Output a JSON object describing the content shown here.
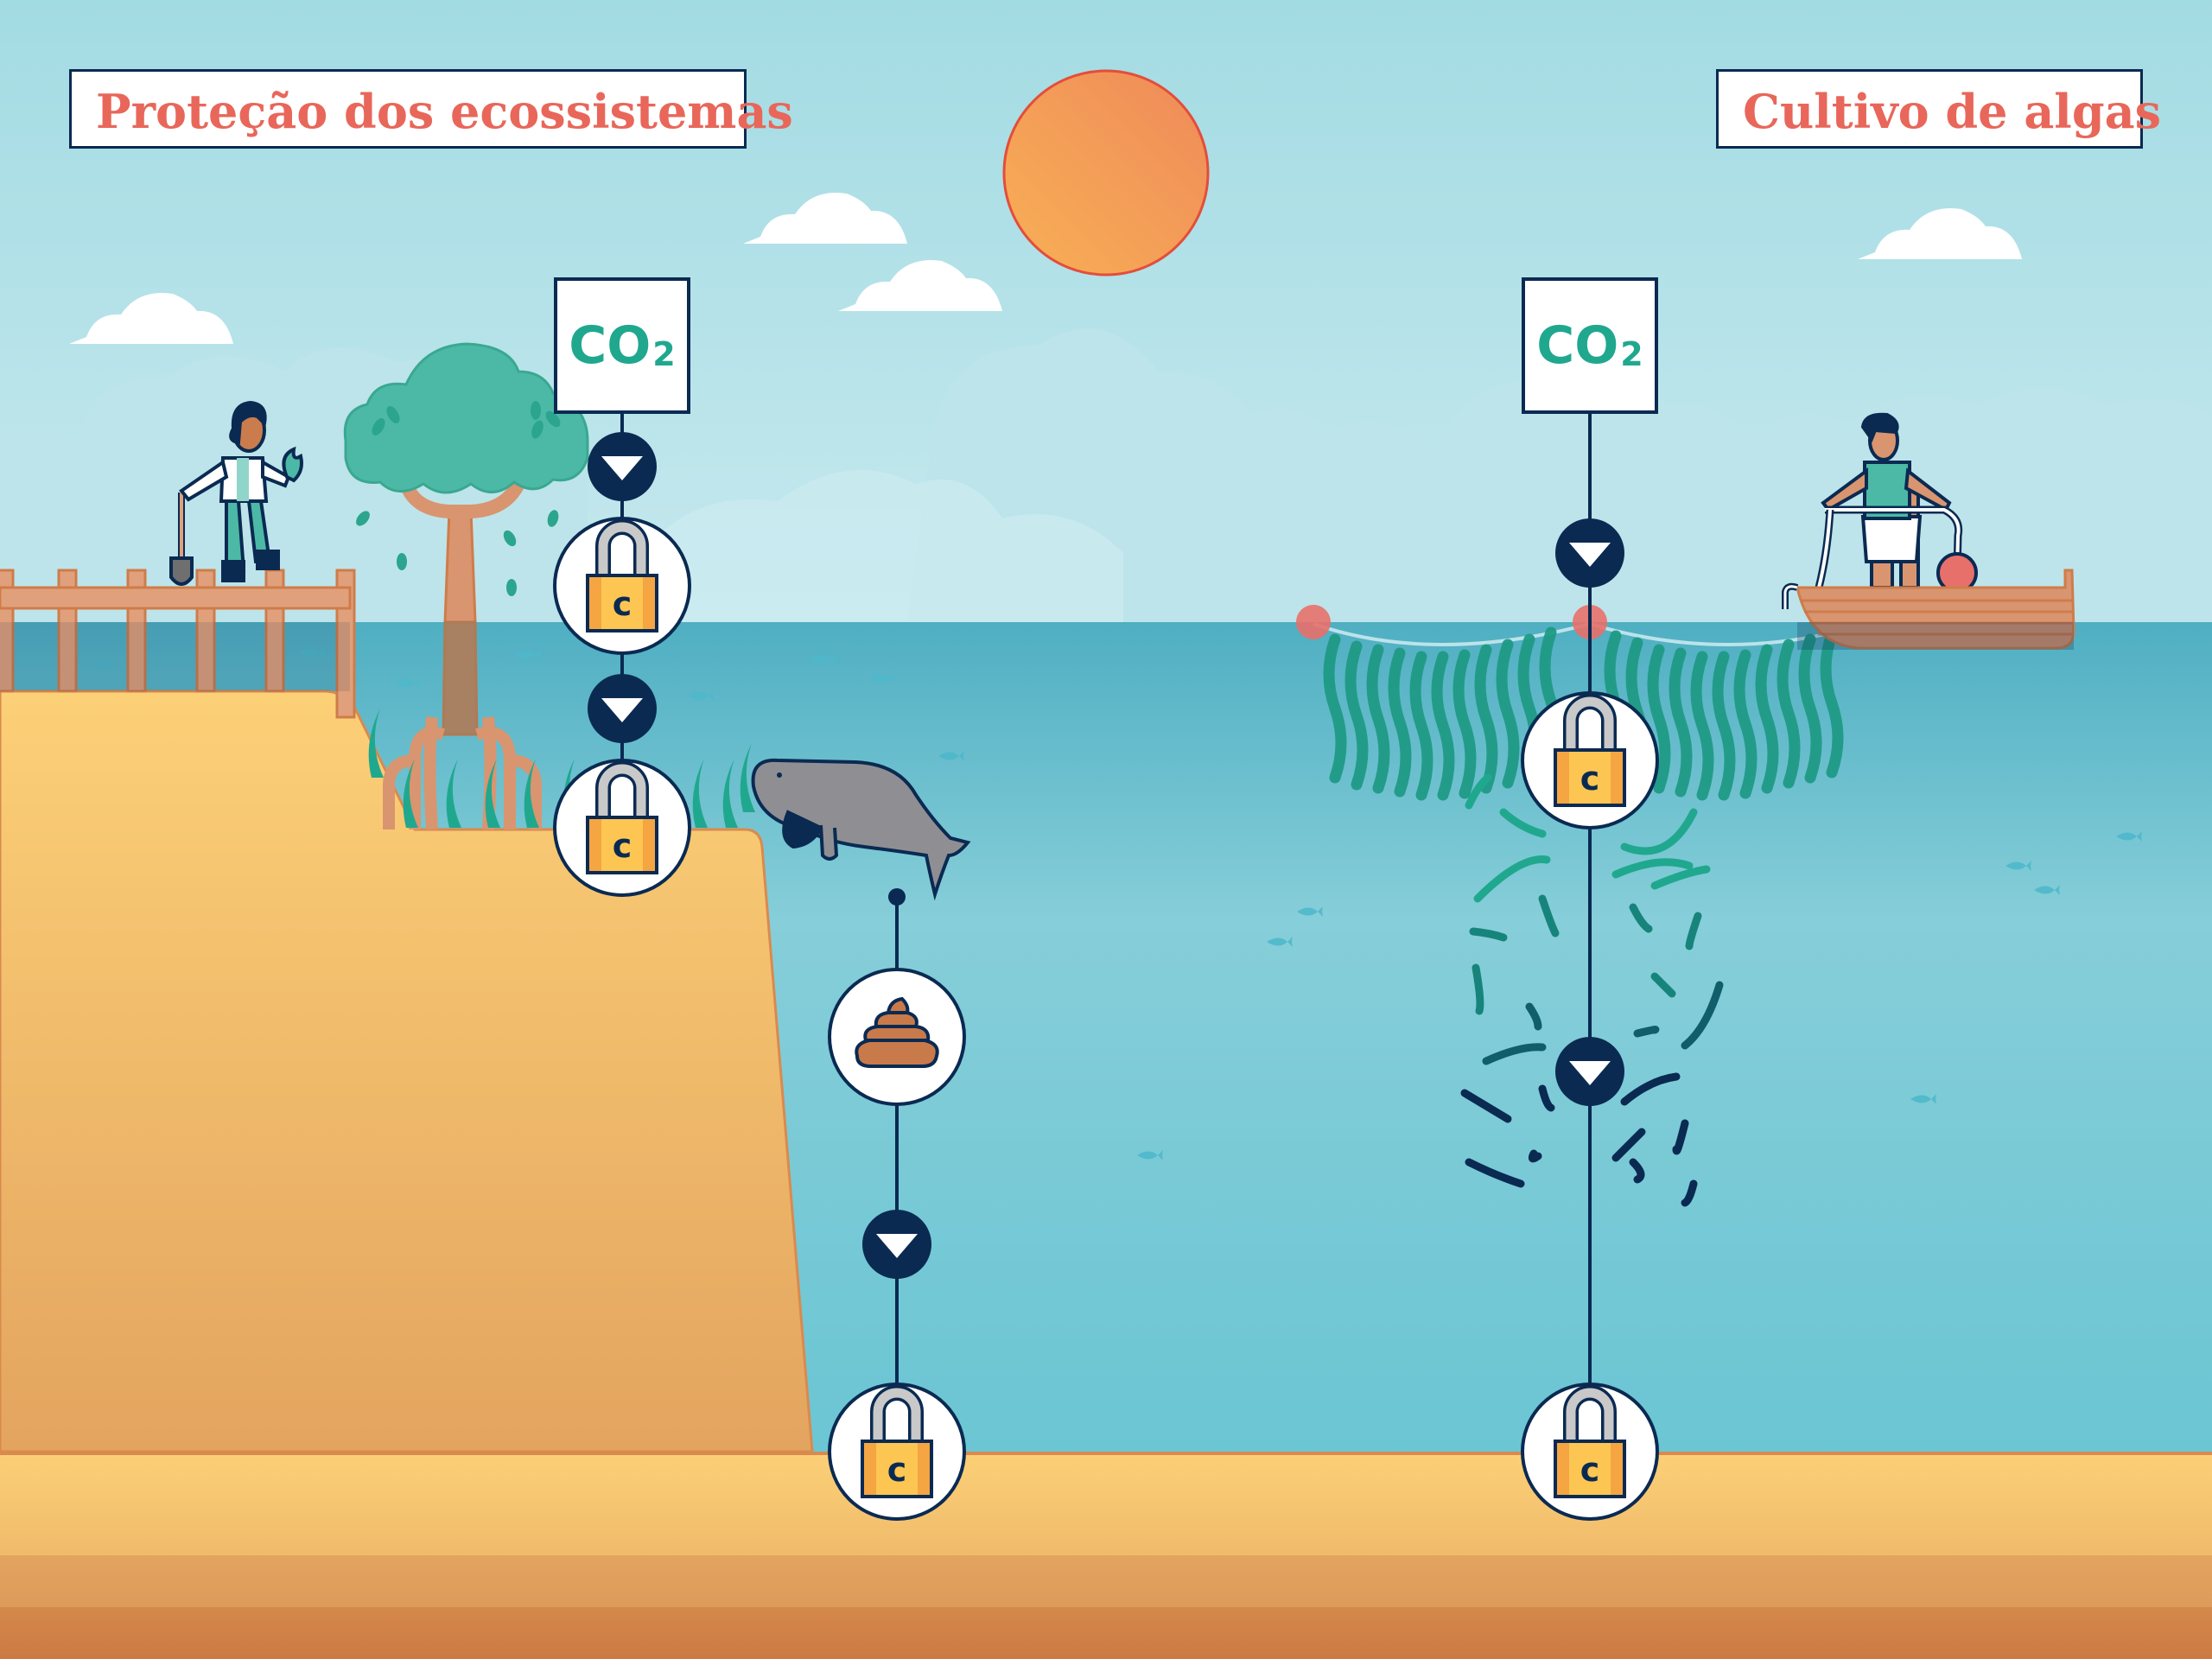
{
  "titles": {
    "left": "Proteção dos ecossistemas",
    "right": "Cultivo de algas"
  },
  "labels": {
    "co2_main": "CO",
    "co2_sub": "2",
    "lock_letter": "C"
  },
  "colors": {
    "sky_top": "#a3dbe3",
    "sky_bottom": "#c6e9ee",
    "water_top": "#4fafc2",
    "water_bottom": "#6cc6d3",
    "sand_light": "#fcd077",
    "sand_mid": "#e3a45f",
    "sand_dark": "#cc7a43",
    "navy": "#0a2a52",
    "teal": "#20a88f",
    "title_red": "#e8675a",
    "sun_light": "#f8b055",
    "sun_dark": "#ef8a5a",
    "sun_stroke": "#e44d3a",
    "lock_orange": "#f5a542",
    "lock_yellow": "#fdc652",
    "buoy": "#e8706a"
  },
  "columns": [
    {
      "id": "mangrove",
      "steps": [
        "co2",
        "down-arrow",
        "lock",
        "down-arrow",
        "lock"
      ]
    },
    {
      "id": "dugong",
      "steps": [
        "dot",
        "poop",
        "down-arrow",
        "lock"
      ]
    },
    {
      "id": "seaweed",
      "steps": [
        "co2",
        "down-arrow",
        "buoy",
        "lock",
        "down-arrow",
        "lock"
      ]
    }
  ]
}
